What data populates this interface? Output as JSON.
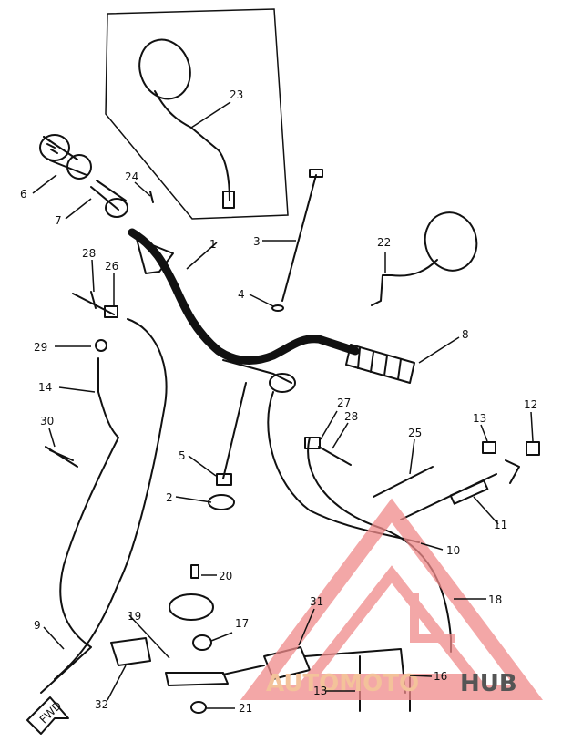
{
  "callouts": {
    "c1": "1",
    "c2": "2",
    "c3": "3",
    "c4": "4",
    "c5": "5",
    "c6": "6",
    "c7": "7",
    "c8": "8",
    "c9": "9",
    "c10": "10",
    "c11": "11",
    "c12": "12",
    "c13a": "13",
    "c13b": "13",
    "c14": "14",
    "c16": "16",
    "c17": "17",
    "c18": "18",
    "c19": "19",
    "c20": "20",
    "c21": "21",
    "c22": "22",
    "c23": "23",
    "c24": "24",
    "c25": "25",
    "c26": "26",
    "c27": "27",
    "c28a": "28",
    "c28b": "28",
    "c29": "29",
    "c30": "30",
    "c31": "31",
    "c32": "32"
  },
  "fwd_label": "FWD",
  "watermark": {
    "text_a": "AUTOMOTO",
    "text_b": "HUB",
    "color_a": "#f3c29a",
    "color_b": "#555555",
    "logo_color": "#f08a8a"
  }
}
